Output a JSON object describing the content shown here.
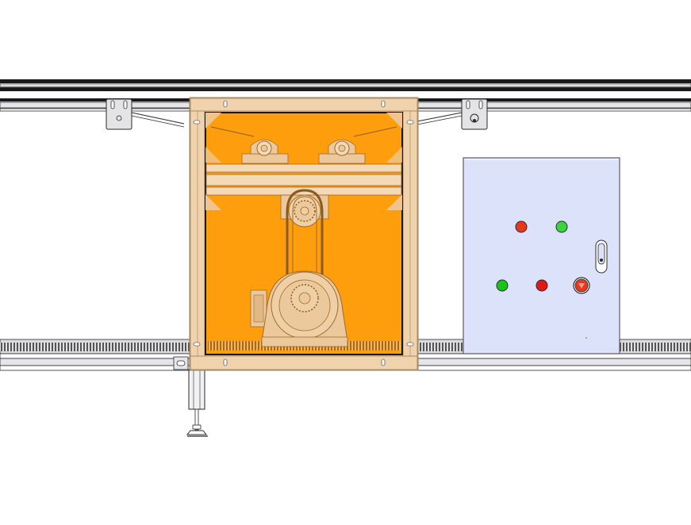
{
  "drawing": {
    "kind": "cad-elevation",
    "colors": {
      "background": "#ffffff",
      "line": "#2b2b2b",
      "rail": "#e6e6ea",
      "frame": "#e7c7a0",
      "frame_edge": "#a08060",
      "guard_fill": "#ff9e0d",
      "machinery": "#ecc99c",
      "machinery_dark": "#c9a070",
      "cabinet": "#dde2fb",
      "cabinet_edge": "#5a5a66",
      "rack_teeth": "#555555",
      "steel": "#d9dbe0"
    },
    "components": {
      "left_bracket_icon": "mounting-bracket",
      "right_bracket_icon": "mounting-bracket",
      "drive_unit": "gear-motor-chain-drive",
      "support_leg": "adjustable-foot"
    }
  },
  "control_panel": {
    "indicators": [
      {
        "name": "top-left",
        "color": "#e8381c"
      },
      {
        "name": "top-right",
        "color": "#3cd43c"
      },
      {
        "name": "bottom-left",
        "color": "#18c418"
      },
      {
        "name": "bottom-middle",
        "color": "#e01818"
      },
      {
        "name": "emergency-stop",
        "color": "#e23a1e"
      }
    ],
    "handle_icon": "door-latch-icon"
  }
}
